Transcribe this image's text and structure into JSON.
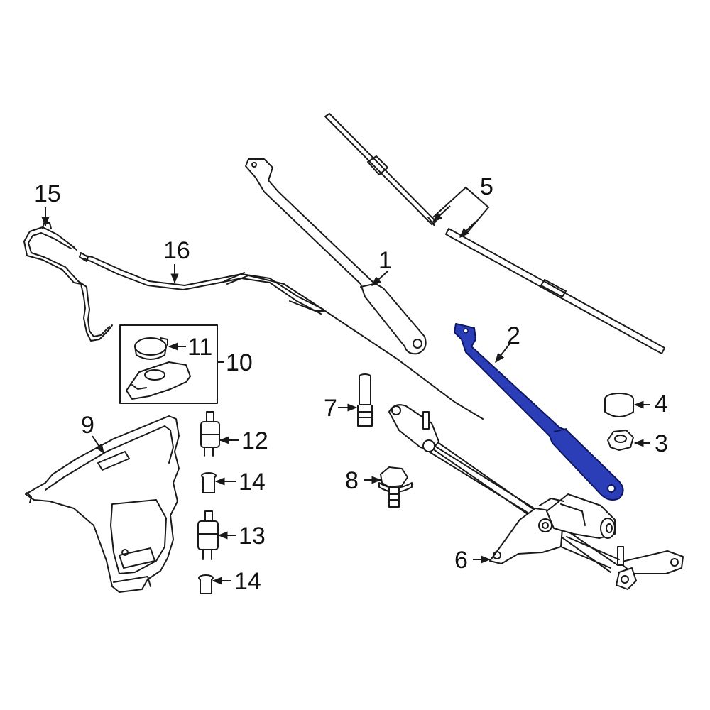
{
  "colors": {
    "highlight": "#2b3eb8",
    "line": "#1a1a1a",
    "background": "#ffffff"
  },
  "callouts": {
    "c1": "1",
    "c2": "2",
    "c3": "3",
    "c4": "4",
    "c5": "5",
    "c6": "6",
    "c7": "7",
    "c8": "8",
    "c9": "9",
    "c10": "10",
    "c11": "11",
    "c12": "12",
    "c13": "13",
    "c14a": "14",
    "c14b": "14",
    "c15": "15",
    "c16": "16"
  }
}
